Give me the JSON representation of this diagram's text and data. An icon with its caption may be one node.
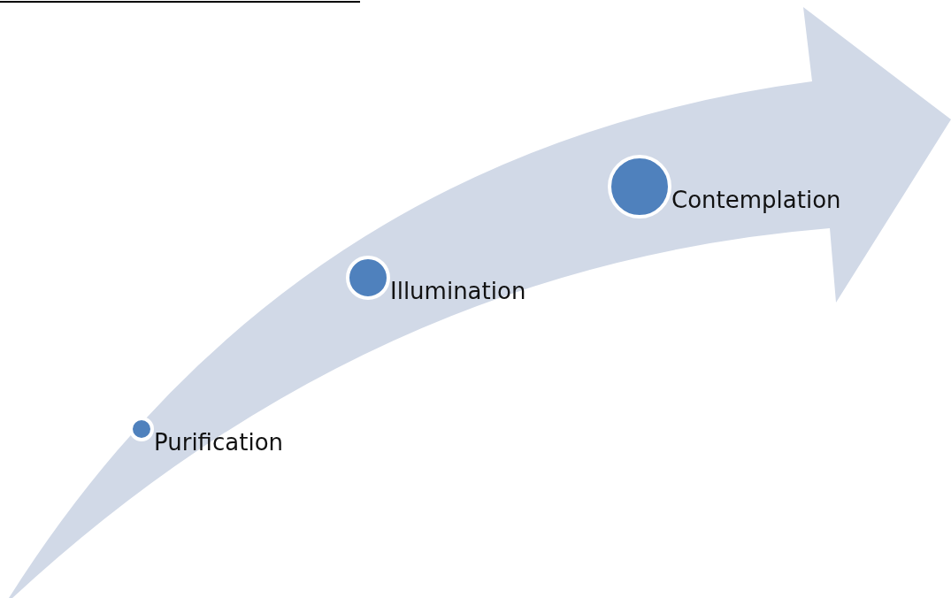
{
  "diagram": {
    "nodes": [
      {
        "text": [
          "Purification"
        ]
      },
      {
        "text": [
          "Illumination"
        ]
      },
      {
        "text": [
          "Contemplation"
        ]
      }
    ]
  }
}
